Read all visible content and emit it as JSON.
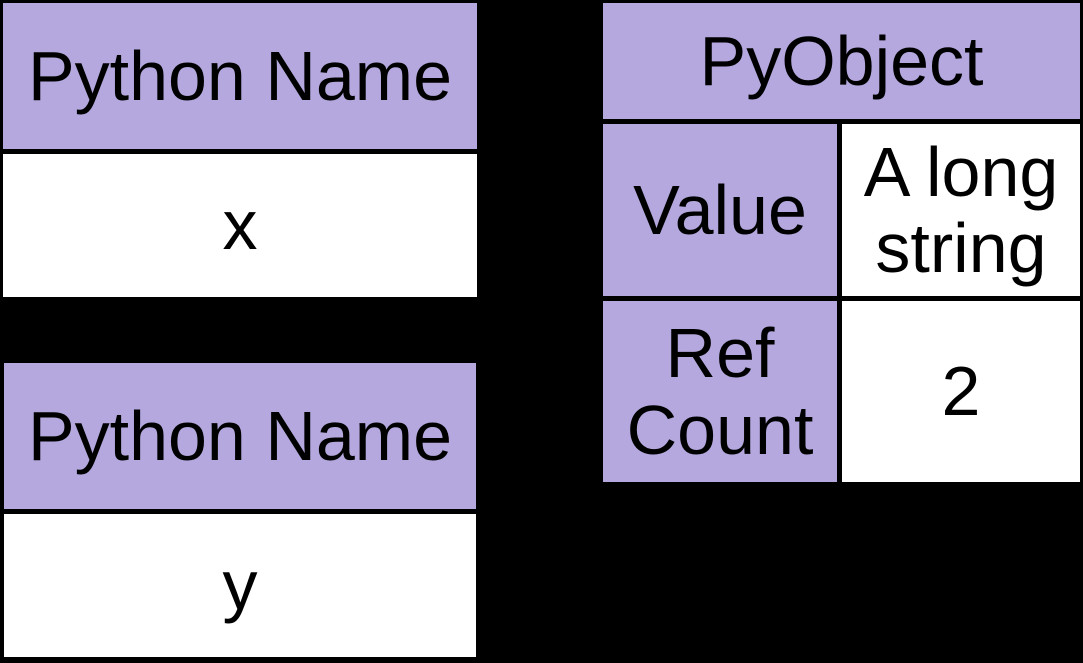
{
  "palette": {
    "background": "#000000",
    "header_fill": "#B4A8DE",
    "cell_fill": "#FFFFFF",
    "border": "#000000",
    "text_color": "#000000"
  },
  "diagram": {
    "variable_boxes": [
      {
        "header": "Python Name",
        "name": "x"
      },
      {
        "header": "Python Name",
        "name": "y"
      }
    ],
    "pyobject_box": {
      "title": "PyObject",
      "fields": [
        {
          "label": "Value",
          "value": "A long string"
        },
        {
          "label": "Ref Count",
          "value": "2"
        }
      ]
    }
  }
}
